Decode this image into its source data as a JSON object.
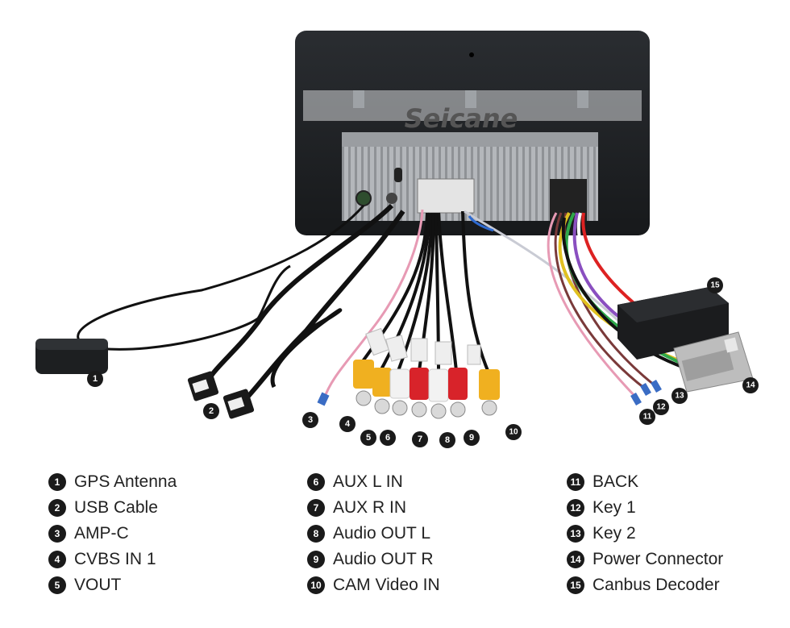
{
  "diagram": {
    "brand": "Seicane",
    "callouts": [
      {
        "num": "1"
      },
      {
        "num": "2"
      },
      {
        "num": "3"
      },
      {
        "num": "4"
      },
      {
        "num": "5"
      },
      {
        "num": "6"
      },
      {
        "num": "7"
      },
      {
        "num": "8"
      },
      {
        "num": "9"
      },
      {
        "num": "10"
      },
      {
        "num": "11"
      },
      {
        "num": "12"
      },
      {
        "num": "13"
      },
      {
        "num": "14"
      },
      {
        "num": "15"
      }
    ],
    "colors": {
      "bezel": "#1e2023",
      "chassis": "#a9acb0",
      "rca_yellow": "#f0b020",
      "rca_white": "#f2f2f2",
      "rca_red": "#d8232a",
      "cable": "#111111",
      "connector_gray": "#bdbdbd"
    }
  },
  "legend": {
    "col1": [
      {
        "num": "1",
        "label": "GPS Antenna"
      },
      {
        "num": "2",
        "label": "USB Cable"
      },
      {
        "num": "3",
        "label": "AMP-C"
      },
      {
        "num": "4",
        "label": "CVBS IN 1"
      },
      {
        "num": "5",
        "label": "VOUT"
      }
    ],
    "col2": [
      {
        "num": "6",
        "label": "AUX L IN"
      },
      {
        "num": "7",
        "label": "AUX R IN"
      },
      {
        "num": "8",
        "label": "Audio OUT L"
      },
      {
        "num": "9",
        "label": "Audio OUT R"
      },
      {
        "num": "10",
        "label": "CAM Video IN"
      }
    ],
    "col3": [
      {
        "num": "11",
        "label": "BACK"
      },
      {
        "num": "12",
        "label": "Key 1"
      },
      {
        "num": "13",
        "label": "Key 2"
      },
      {
        "num": "14",
        "label": "Power Connector"
      },
      {
        "num": "15",
        "label": "Canbus Decoder"
      }
    ]
  }
}
